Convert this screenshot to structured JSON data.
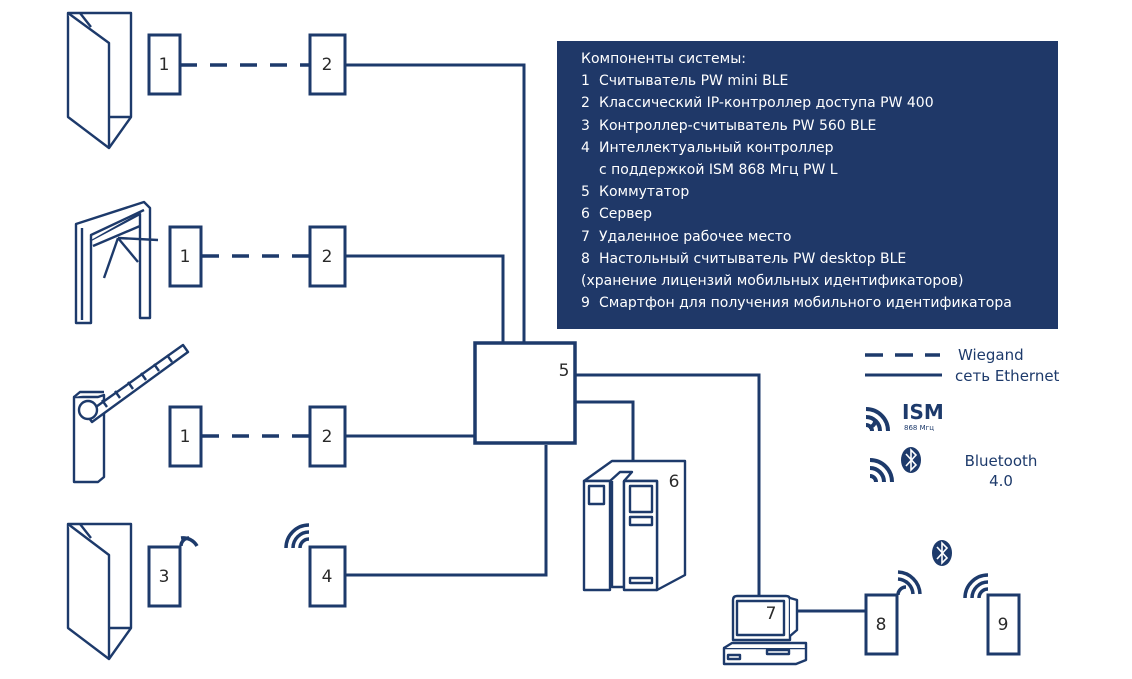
{
  "panel": {
    "title": "Компоненты системы:",
    "items": [
      {
        "num": "1",
        "label": "Считыватель PW mini BLE"
      },
      {
        "num": "2",
        "label": "Классический IP-контроллер доступа PW 400"
      },
      {
        "num": "3",
        "label": "Контроллер-считыватель PW 560 BLE"
      },
      {
        "num": "4",
        "label": "Интеллектуальный контроллер",
        "continuation": "с поддержкой ISM 868 Мгц PW L"
      },
      {
        "num": "5",
        "label": "Коммутатор"
      },
      {
        "num": "6",
        "label": "Сервер"
      },
      {
        "num": "7",
        "label": "Удаленное рабочее место"
      },
      {
        "num": "8",
        "label": "Настольный считыватель PW desktop BLE",
        "continuation": "(хранение лицензий мобильных идентификаторов)"
      },
      {
        "num": "9",
        "label": "Смартфон для получения мобильного идентификатора"
      }
    ],
    "background_color": "#1f3868"
  },
  "legend": {
    "wiegand": "Wiegand",
    "ethernet": "сеть Ethernet",
    "ism_title": "ISM",
    "ism_sub": "868 Мгц",
    "bluetooth_line1": "Bluetooth",
    "bluetooth_line2": "4.0"
  },
  "nodes": {
    "reader_row1": "1",
    "controller_row1": "2",
    "reader_row2": "1",
    "controller_row2": "2",
    "reader_row3": "1",
    "controller_row3": "2",
    "controller_reader": "3",
    "ism_controller": "4",
    "switch": "5",
    "server": "6",
    "workstation": "7",
    "desktop_reader": "8",
    "smartphone": "9"
  },
  "colors": {
    "line": "#1d3a6b",
    "panel": "#1f3868"
  }
}
